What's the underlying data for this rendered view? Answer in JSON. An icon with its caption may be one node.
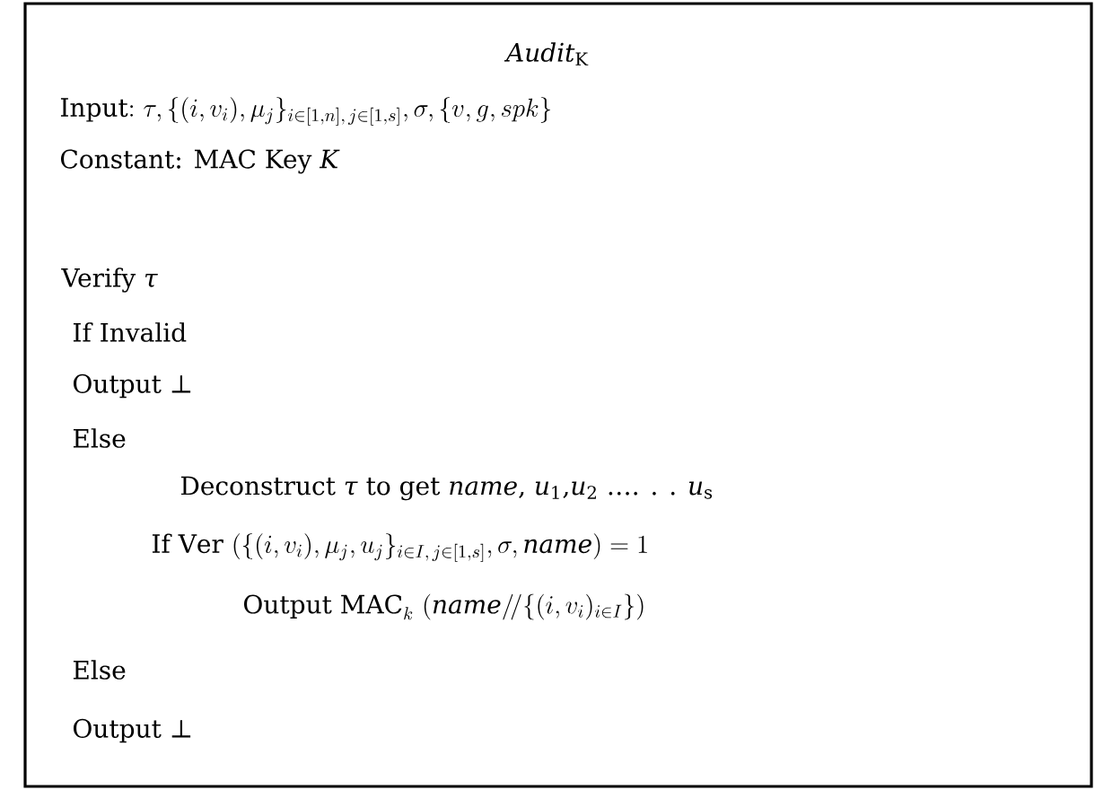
{
  "diagram": {
    "nodes": [
      {
        "text": [
          "*Audit*$_{K}$",
          "\\mathrm{Input{:}}\\ \\tau, \\{(i, v_{i}), \\mu_{j}\\}_{i \\in [1,n],\\, j \\in [1,s]}, \\sigma, \\{v, g, spk\\}",
          "Constant: MAC Key *K*",
          "Verify *τ*",
          "If Invalid",
          "Output ⊥",
          "Else",
          "Deconstruct *τ* to get *name*, *u*$_{1}$,*u*$_{2}$ …. . . *u*$_{s}$",
          "\\mathrm{If\\ Ver}\\ (\\{(i, v_{i}), \\mu_{j}, u_{j}\\}_{i \\in I,\\, j \\in [1,s]}, \\sigma, \\mathit{name}) = 1",
          "\\mathrm{Output\\ MAC}_{k}\\ (\\mathit{name} /\\!/ \\{(i, v_{i})_{i \\in I}\\})",
          "Else",
          "Output ⊥"
        ]
      }
    ]
  }
}
